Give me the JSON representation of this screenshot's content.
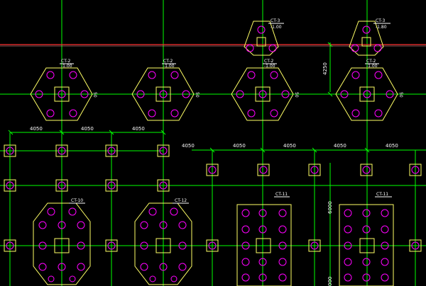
{
  "colors": {
    "background": "#000000",
    "grid": "#00ff00",
    "axis": "#ff2a2a",
    "outline": "#ffff66",
    "pile": "#ff00ff",
    "text": "#ffffff"
  },
  "labels": {
    "cap_ct2a": "CT-2",
    "cap_ct2a_elev": "-1.00",
    "cap_ct2b": "CT-2",
    "cap_ct2b_elev": "-1.00",
    "cap_ct2c": "CT-2",
    "cap_ct2c_elev": "-1.00",
    "cap_ct2d": "CT-2",
    "cap_ct2d_elev": "-1.00",
    "cap_ct3a": "CT-3",
    "cap_ct3a_elev": "-1.00",
    "cap_ct3b": "CT-3",
    "cap_ct3b_elev": "-1.80",
    "cap_ct10": "CT-10",
    "cap_ct12": "CT-12",
    "cap_ct11a": "CT-11",
    "cap_ct11b": "CT-11",
    "side_mark": "50",
    "dim_top": [
      "4050",
      "4050",
      "4050"
    ],
    "dim_mid": [
      "4050",
      "4050",
      "4050",
      "4050",
      "4050"
    ],
    "dim_vert_upper": "4250",
    "dim_vert_lower": "6000",
    "dim_vert_bottom": "000"
  }
}
